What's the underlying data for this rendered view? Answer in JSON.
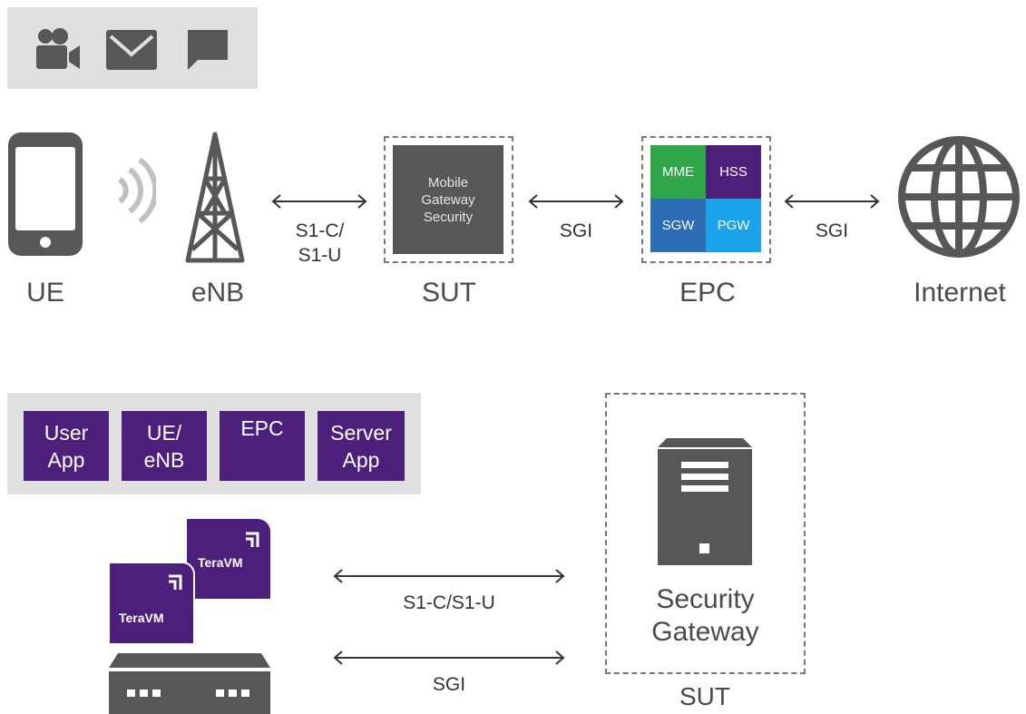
{
  "top_diagram": {
    "service_icons": [
      "video-camera-icon",
      "envelope-icon",
      "chat-bubble-icon"
    ],
    "labels": {
      "ue": "UE",
      "enb": "eNB",
      "sut": "SUT",
      "epc": "EPC",
      "internet": "Internet"
    },
    "links": {
      "enb_sut": "S1-C/\nS1-U",
      "sut_epc": "SGI",
      "epc_internet": "SGI"
    },
    "sut_box_text": "Mobile\nGateway\nSecurity",
    "epc_cells": [
      {
        "label": "MME",
        "color": "#2fa64a"
      },
      {
        "label": "HSS",
        "color": "#4c1f7a"
      },
      {
        "label": "SGW",
        "color": "#2d6db5"
      },
      {
        "label": "PGW",
        "color": "#1aa3e8"
      }
    ]
  },
  "bottom_diagram": {
    "function_boxes": [
      "User\nApp",
      "UE/\neNB",
      "EPC",
      "Server\nApp"
    ],
    "teravm_label_1": "TeraVM",
    "teravm_label_2": "TeraVM",
    "links": {
      "upper": "S1-C/S1-U",
      "lower": "SGI"
    },
    "gateway_label": "Security\nGateway",
    "sut_label": "SUT"
  },
  "colors": {
    "purple": "#4c1f7a",
    "gray_icon": "#575757",
    "panel": "#e0e0e0"
  }
}
